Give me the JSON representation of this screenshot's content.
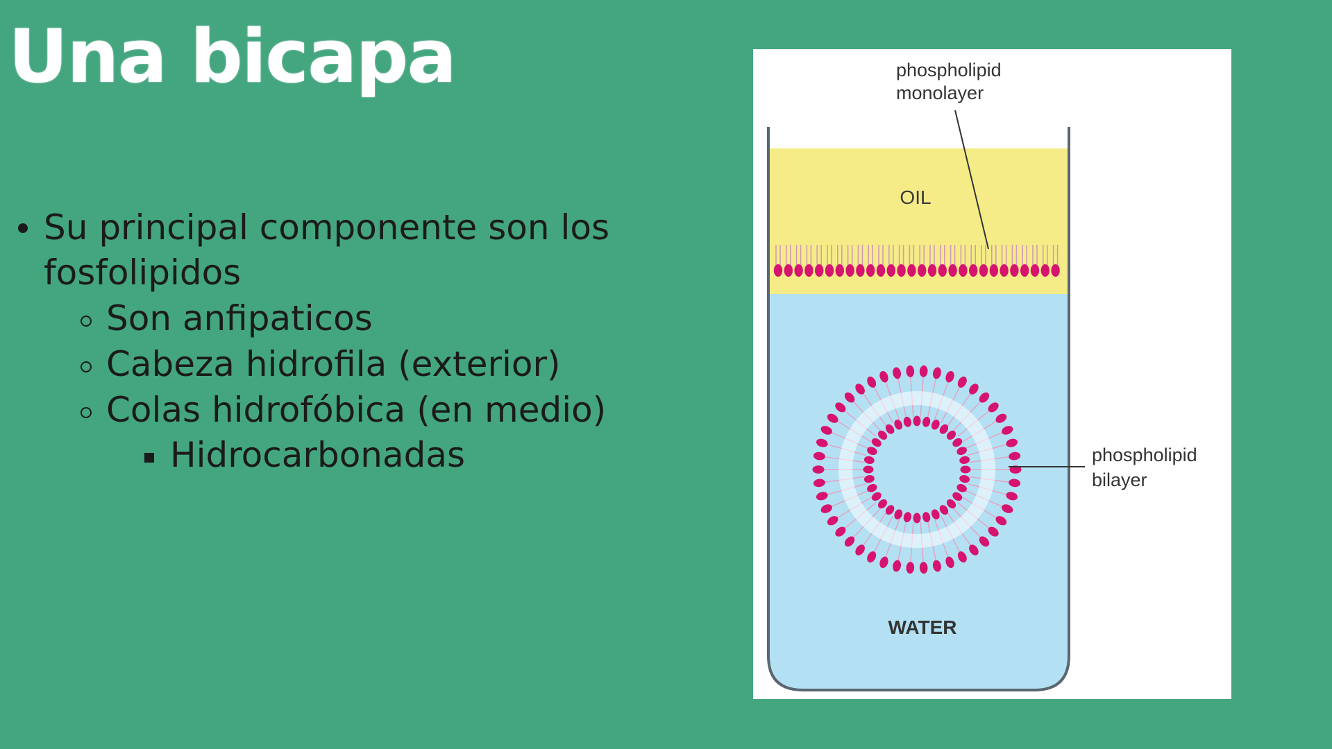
{
  "slide": {
    "title": "Una bicapa",
    "bullets": [
      {
        "level": 1,
        "text": "Su principal componente son los"
      },
      {
        "level": 1,
        "text": "fosfolipidos",
        "continuation": true
      },
      {
        "level": 2,
        "text": "Son anfipaticos"
      },
      {
        "level": 2,
        "text": "Cabeza hidrofila (exterior)"
      },
      {
        "level": 2,
        "text": "Colas hidrofóbica (en medio)"
      },
      {
        "level": 3,
        "text": "Hidrocarbonadas"
      }
    ]
  },
  "diagram": {
    "oil_label": "OIL",
    "water_label": "WATER",
    "monolayer_label": [
      "phospholipid",
      "monolayer"
    ],
    "bilayer_label": [
      "phospholipid",
      "bilayer"
    ],
    "colors": {
      "background": "#44a67e",
      "oil": "#f5ec87",
      "water": "#b3e1f3",
      "head": "#d6136f",
      "panel": "#ffffff",
      "outline": "#555555"
    }
  }
}
